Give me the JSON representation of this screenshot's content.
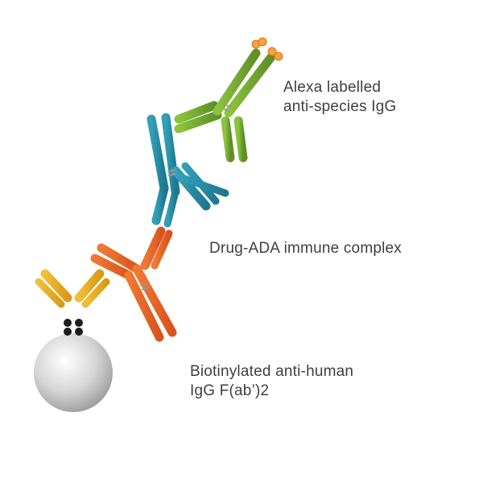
{
  "labels": {
    "alexa": [
      "Alexa labelled",
      "anti-species IgG"
    ],
    "drug_ada": "Drug-ADA immune complex",
    "biotin": [
      "Biotinylated anti-human",
      "IgG F(ab’)2"
    ]
  },
  "colors": {
    "alexa_antibody": "#6a9a2a",
    "ada_antibody": "#2b8aa3",
    "drug_antibody": "#e2622a",
    "capture_fab": "#e3a21f",
    "fluorophore": "#f3a23c",
    "bead": "#cfcfcf",
    "biotin_streptavidin": "#1c1c1c",
    "text": "#3f3f3f"
  }
}
